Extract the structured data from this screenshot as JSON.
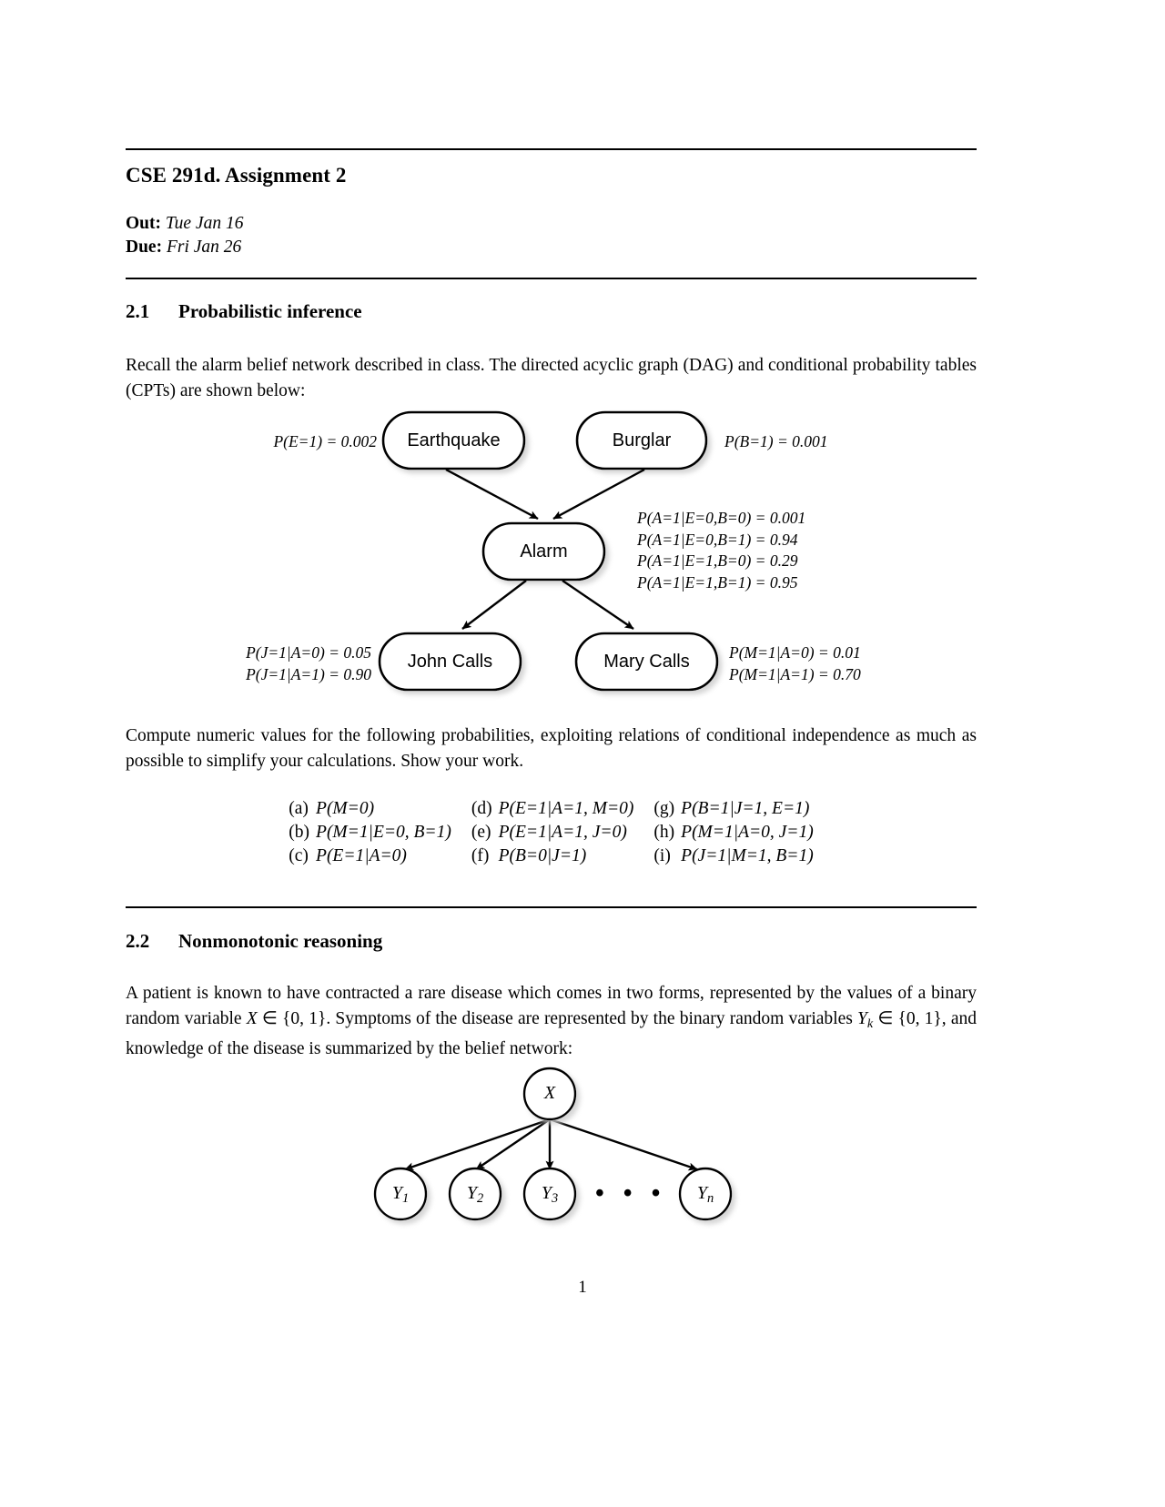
{
  "document": {
    "title": "CSE 291d. Assignment 2",
    "out_label": "Out:",
    "out_date": "Tue Jan 16",
    "due_label": "Due:",
    "due_date": "Fri Jan 26",
    "page_number": "1"
  },
  "section_21": {
    "number": "2.1",
    "title": "Probabilistic inference",
    "intro": "Recall the alarm belief network described in class. The directed acyclic graph (DAG) and conditional probability tables (CPTs) are shown below:",
    "compute_text": "Compute numeric values for the following probabilities, exploiting relations of conditional independence as much as possible to simplify your calculations. Show your work."
  },
  "alarm_network": {
    "nodes": [
      {
        "id": "earthquake",
        "label": "Earthquake"
      },
      {
        "id": "burglar",
        "label": "Burglar"
      },
      {
        "id": "alarm",
        "label": "Alarm"
      },
      {
        "id": "john",
        "label": "John Calls"
      },
      {
        "id": "mary",
        "label": "Mary Calls"
      }
    ],
    "edges": [
      {
        "from": "earthquake",
        "to": "alarm"
      },
      {
        "from": "burglar",
        "to": "alarm"
      },
      {
        "from": "alarm",
        "to": "john"
      },
      {
        "from": "alarm",
        "to": "mary"
      }
    ],
    "cpt_earthquake": [
      "P(E=1) = 0.002"
    ],
    "cpt_burglar": [
      "P(B=1) = 0.001"
    ],
    "cpt_alarm": [
      "P(A=1|E=0,B=0) = 0.001",
      "P(A=1|E=0,B=1) = 0.94",
      "P(A=1|E=1,B=0) = 0.29",
      "P(A=1|E=1,B=1) = 0.95"
    ],
    "cpt_john": [
      "P(J=1|A=0) = 0.05",
      "P(J=1|A=1) = 0.90"
    ],
    "cpt_mary": [
      "P(M=1|A=0) = 0.01",
      "P(M=1|A=1) = 0.70"
    ]
  },
  "problems": {
    "col1": [
      {
        "tag": "(a)",
        "expr": "P(M=0)"
      },
      {
        "tag": "(b)",
        "expr": "P(M=1|E=0, B=1)"
      },
      {
        "tag": "(c)",
        "expr": "P(E=1|A=0)"
      }
    ],
    "col2": [
      {
        "tag": "(d)",
        "expr": "P(E=1|A=1, M=0)"
      },
      {
        "tag": "(e)",
        "expr": "P(E=1|A=1, J=0)"
      },
      {
        "tag": "(f)",
        "expr": "P(B=0|J=1)"
      }
    ],
    "col3": [
      {
        "tag": "(g)",
        "expr": "P(B=1|J=1, E=1)"
      },
      {
        "tag": "(h)",
        "expr": "P(M=1|A=0, J=1)"
      },
      {
        "tag": "(i)",
        "expr": "P(J=1|M=1, B=1)"
      }
    ]
  },
  "section_22": {
    "number": "2.2",
    "title": "Nonmonotonic reasoning",
    "intro_part1": "A patient is known to have contracted a rare disease which comes in two forms, represented by the values of a binary random variable ",
    "var_x": "X",
    "intro_part2": " ∈ {0, 1}. Symptoms of the disease are represented by the binary random variables ",
    "var_yk": "Y",
    "var_yk_sub": "k",
    "intro_part3": " ∈ {0, 1}, and knowledge of the disease is summarized by the belief network:"
  },
  "xy_network": {
    "parent": {
      "label": "X"
    },
    "children": [
      {
        "label": "Y",
        "sub": "1"
      },
      {
        "label": "Y",
        "sub": "2"
      },
      {
        "label": "Y",
        "sub": "3"
      },
      {
        "label": "Y",
        "sub": "n"
      }
    ],
    "ellipsis": "• • •"
  },
  "colors": {
    "ink": "#000000",
    "paper": "#ffffff",
    "shadow": "#b9b9b9"
  }
}
